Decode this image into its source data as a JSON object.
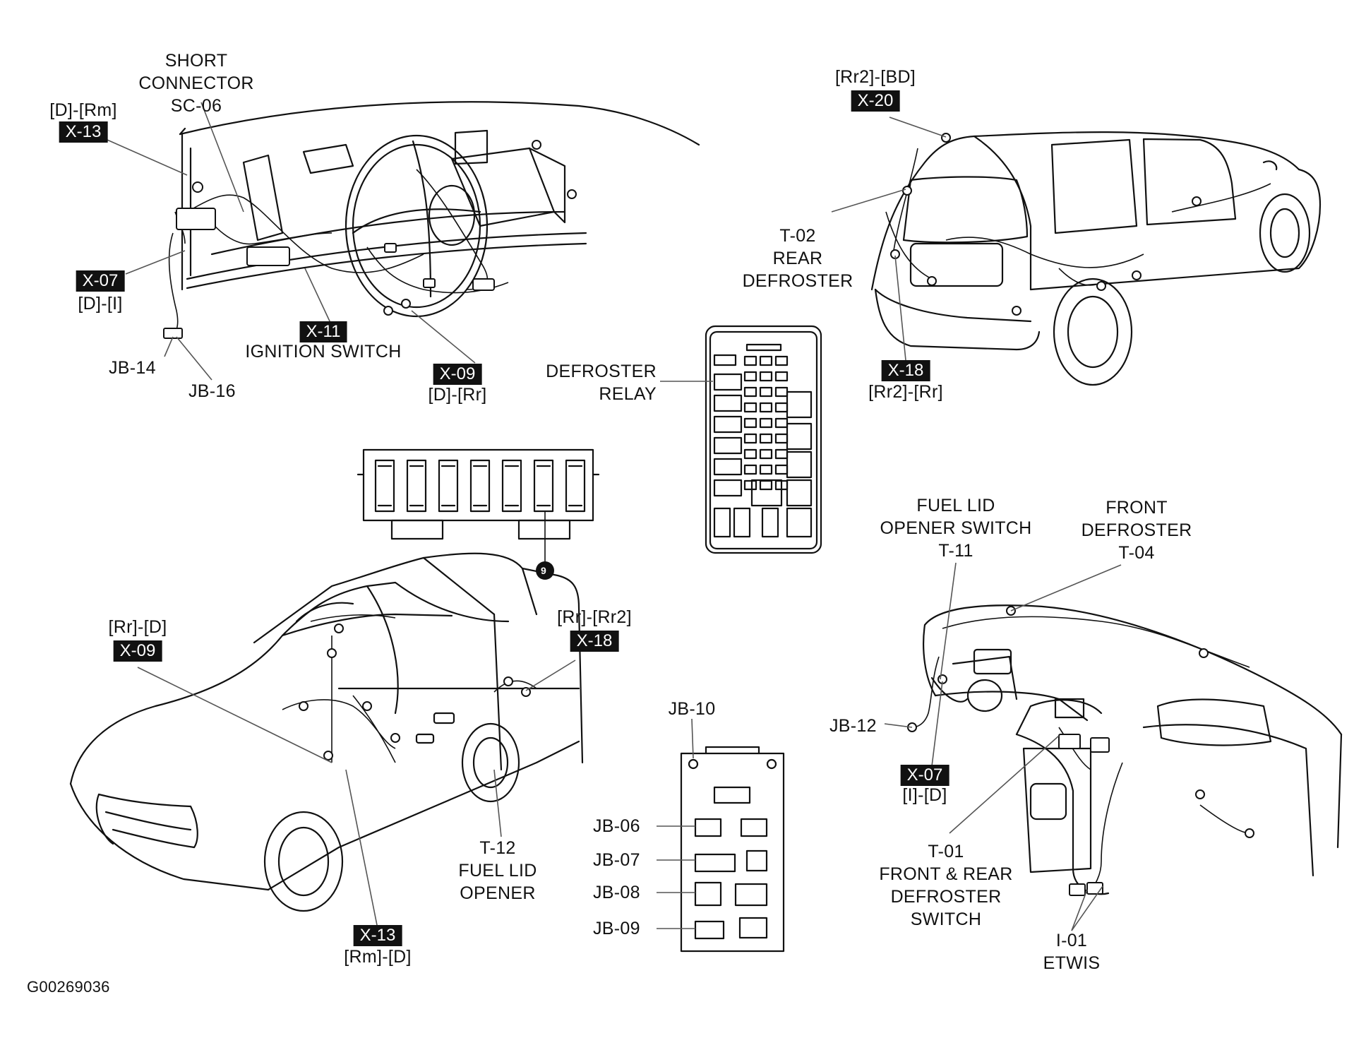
{
  "diagram_code": "G00269036",
  "callouts": {
    "short_connector": [
      "SHORT",
      "CONNECTOR",
      "SC-06"
    ],
    "x13_top": {
      "pos": "[D]-[Rm]",
      "code": "X-13"
    },
    "x07_left": {
      "code": "X-07",
      "pos": "[D]-[I]"
    },
    "jb14": "JB-14",
    "jb16": "JB-16",
    "x11": {
      "code": "X-11",
      "name": "IGNITION SWITCH"
    },
    "x09_top": {
      "code": "X-09",
      "pos": "[D]-[Rr]"
    },
    "x20": {
      "pos": "[Rr2]-[BD]",
      "code": "X-20"
    },
    "t02": [
      "T-02",
      "REAR",
      "DEFROSTER"
    ],
    "x18_top": {
      "code": "X-18",
      "pos": "[Rr2]-[Rr]"
    },
    "defroster_relay": [
      "DEFROSTER",
      "RELAY"
    ],
    "fuse_marker": "9",
    "x09_bottom": {
      "pos": "[Rr]-[D]",
      "code": "X-09"
    },
    "x18_bottom": {
      "pos": "[Rr]-[Rr2]",
      "code": "X-18"
    },
    "t12": [
      "T-12",
      "FUEL LID",
      "OPENER"
    ],
    "x13_bottom": {
      "code": "X-13",
      "pos": "[Rm]-[D]"
    },
    "jb10": "JB-10",
    "jb06": "JB-06",
    "jb07": "JB-07",
    "jb08": "JB-08",
    "jb09": "JB-09",
    "t11": [
      "FUEL LID",
      "OPENER SWITCH",
      "T-11"
    ],
    "t04": [
      "FRONT",
      "DEFROSTER",
      "T-04"
    ],
    "jb12": "JB-12",
    "x07_right": {
      "code": "X-07",
      "pos": "[I]-[D]"
    },
    "t01": [
      "T-01",
      "FRONT & REAR",
      "DEFROSTER",
      "SWITCH"
    ],
    "i01": [
      "I-01",
      "ETWIS"
    ]
  }
}
